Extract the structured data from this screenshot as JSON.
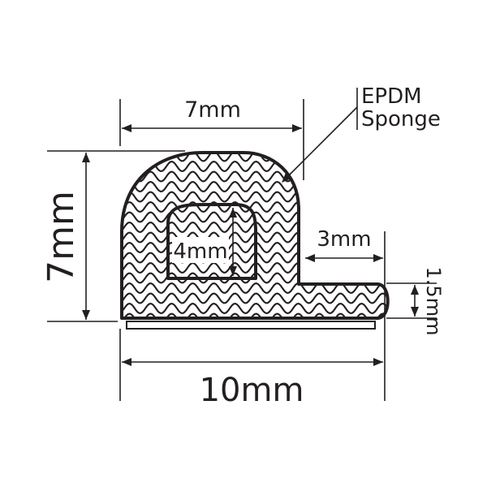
{
  "labels": {
    "top_width": "7mm",
    "height": "7mm",
    "hole": "4mm",
    "tail_length": "3mm",
    "tail_thickness": "1.5mm",
    "total_width": "10mm"
  },
  "material": {
    "line1": "EPDM",
    "line2": "Sponge"
  },
  "colors": {
    "ink": "#231f20",
    "background": "#ffffff"
  }
}
